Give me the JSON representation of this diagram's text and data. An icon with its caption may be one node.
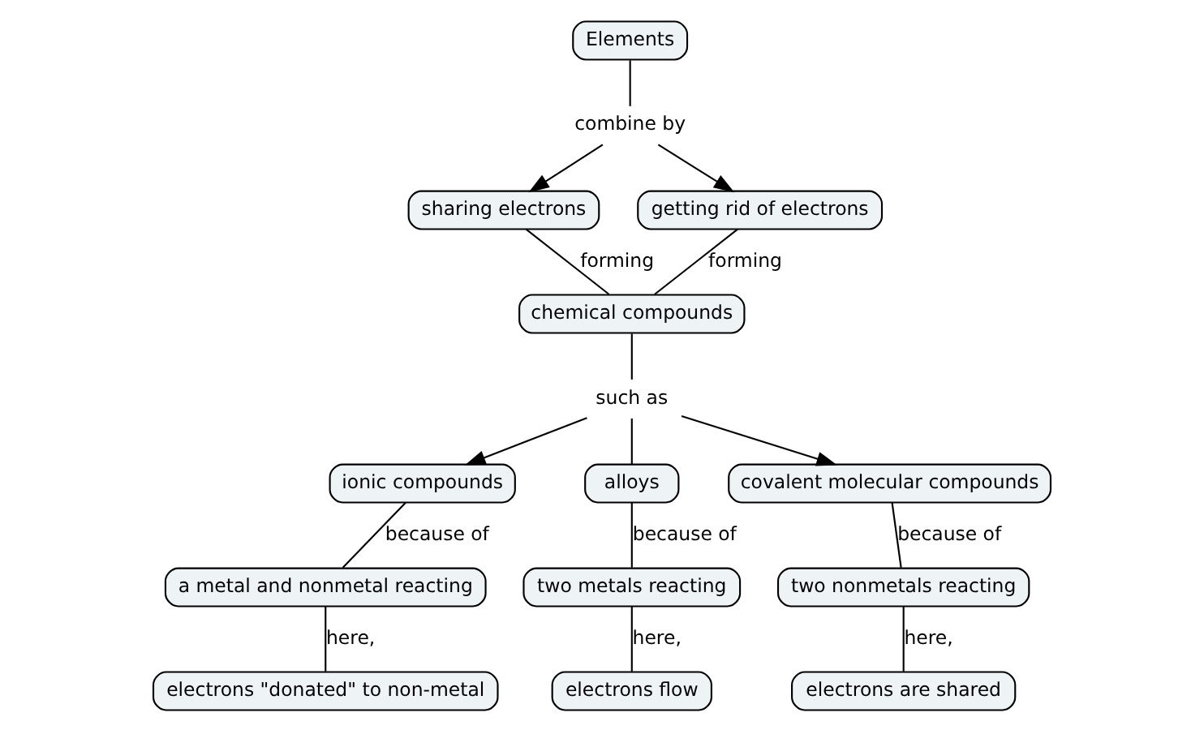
{
  "diagram": {
    "nodes": [
      {
        "text": [
          "Elements"
        ]
      },
      {
        "text": [
          "combine by"
        ]
      },
      {
        "text": [
          "sharing electrons"
        ]
      },
      {
        "text": [
          "getting rid of electrons"
        ]
      },
      {
        "text": [
          "chemical compounds"
        ]
      },
      {
        "text": [
          "such as"
        ]
      },
      {
        "text": [
          "ionic compounds"
        ]
      },
      {
        "text": [
          "alloys"
        ]
      },
      {
        "text": [
          "covalent molecular compounds"
        ]
      },
      {
        "text": [
          "a metal and nonmetal reacting"
        ]
      },
      {
        "text": [
          "two metals reacting"
        ]
      },
      {
        "text": [
          "two nonmetals reacting"
        ]
      },
      {
        "text": [
          "electrons \"donated\" to non-metal"
        ]
      },
      {
        "text": [
          "electrons flow"
        ]
      },
      {
        "text": [
          "electrons are shared"
        ]
      }
    ],
    "edges": [
      {
        "from": 0,
        "to": 1,
        "arrow": "none"
      },
      {
        "from": 1,
        "to": 2,
        "arrow": "to"
      },
      {
        "from": 1,
        "to": 3,
        "arrow": "to"
      },
      {
        "from": 2,
        "to": 4,
        "arrow": "none",
        "label": "forming"
      },
      {
        "from": 3,
        "to": 4,
        "arrow": "none",
        "label": "forming"
      },
      {
        "from": 4,
        "to": 5,
        "arrow": "none"
      },
      {
        "from": 5,
        "to": 6,
        "arrow": "to"
      },
      {
        "from": 5,
        "to": 7,
        "arrow": "none"
      },
      {
        "from": 5,
        "to": 8,
        "arrow": "to"
      },
      {
        "from": 6,
        "to": 9,
        "arrow": "none",
        "label": "because of"
      },
      {
        "from": 7,
        "to": 10,
        "arrow": "none",
        "label": "because of"
      },
      {
        "from": 8,
        "to": 11,
        "arrow": "none",
        "label": "because of"
      },
      {
        "from": 9,
        "to": 12,
        "arrow": "none",
        "label": "here,"
      },
      {
        "from": 10,
        "to": 13,
        "arrow": "none",
        "label": "here,"
      },
      {
        "from": 11,
        "to": 14,
        "arrow": "none",
        "label": "here,"
      }
    ]
  }
}
